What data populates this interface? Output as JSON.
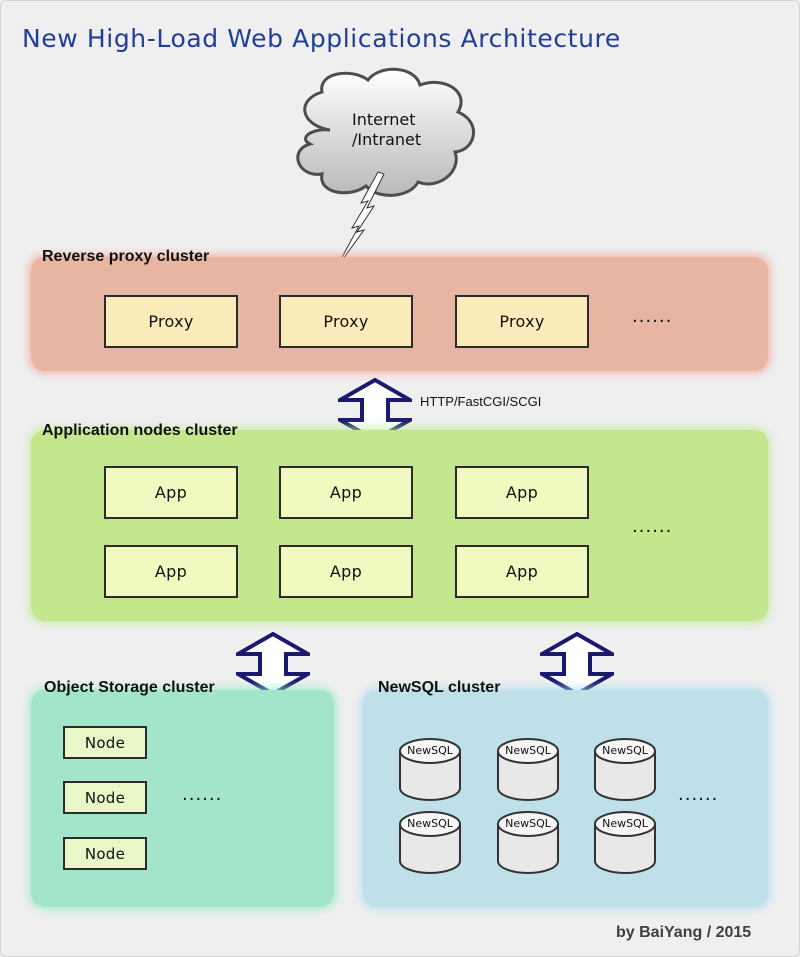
{
  "title": "New High-Load Web Applications Architecture",
  "internet": {
    "line1": "Internet",
    "line2": "/Intranet"
  },
  "proxy_cluster": {
    "label": "Reverse proxy cluster",
    "nodes": [
      "Proxy",
      "Proxy",
      "Proxy"
    ],
    "more": "......"
  },
  "protocol_label": "HTTP/FastCGI/SCGI",
  "app_cluster": {
    "label": "Application nodes cluster",
    "nodes": [
      "App",
      "App",
      "App",
      "App",
      "App",
      "App"
    ],
    "more": "......"
  },
  "object_storage_cluster": {
    "label": "Object Storage cluster",
    "nodes": [
      "Node",
      "Node",
      "Node"
    ],
    "more": "......"
  },
  "newsql_cluster": {
    "label": "NewSQL cluster",
    "nodes": [
      "NewSQL",
      "NewSQL",
      "NewSQL",
      "NewSQL",
      "NewSQL",
      "NewSQL"
    ],
    "more": "......"
  },
  "credit": "by BaiYang / 2015",
  "colors": {
    "title": "#1f3f9a",
    "proxy_cluster": "#e6b6a2",
    "app_cluster": "#c4e68d",
    "object_storage_cluster": "#a3e5cb",
    "newsql_cluster": "#bfdfe9",
    "arrow": "#1a1a6e"
  }
}
